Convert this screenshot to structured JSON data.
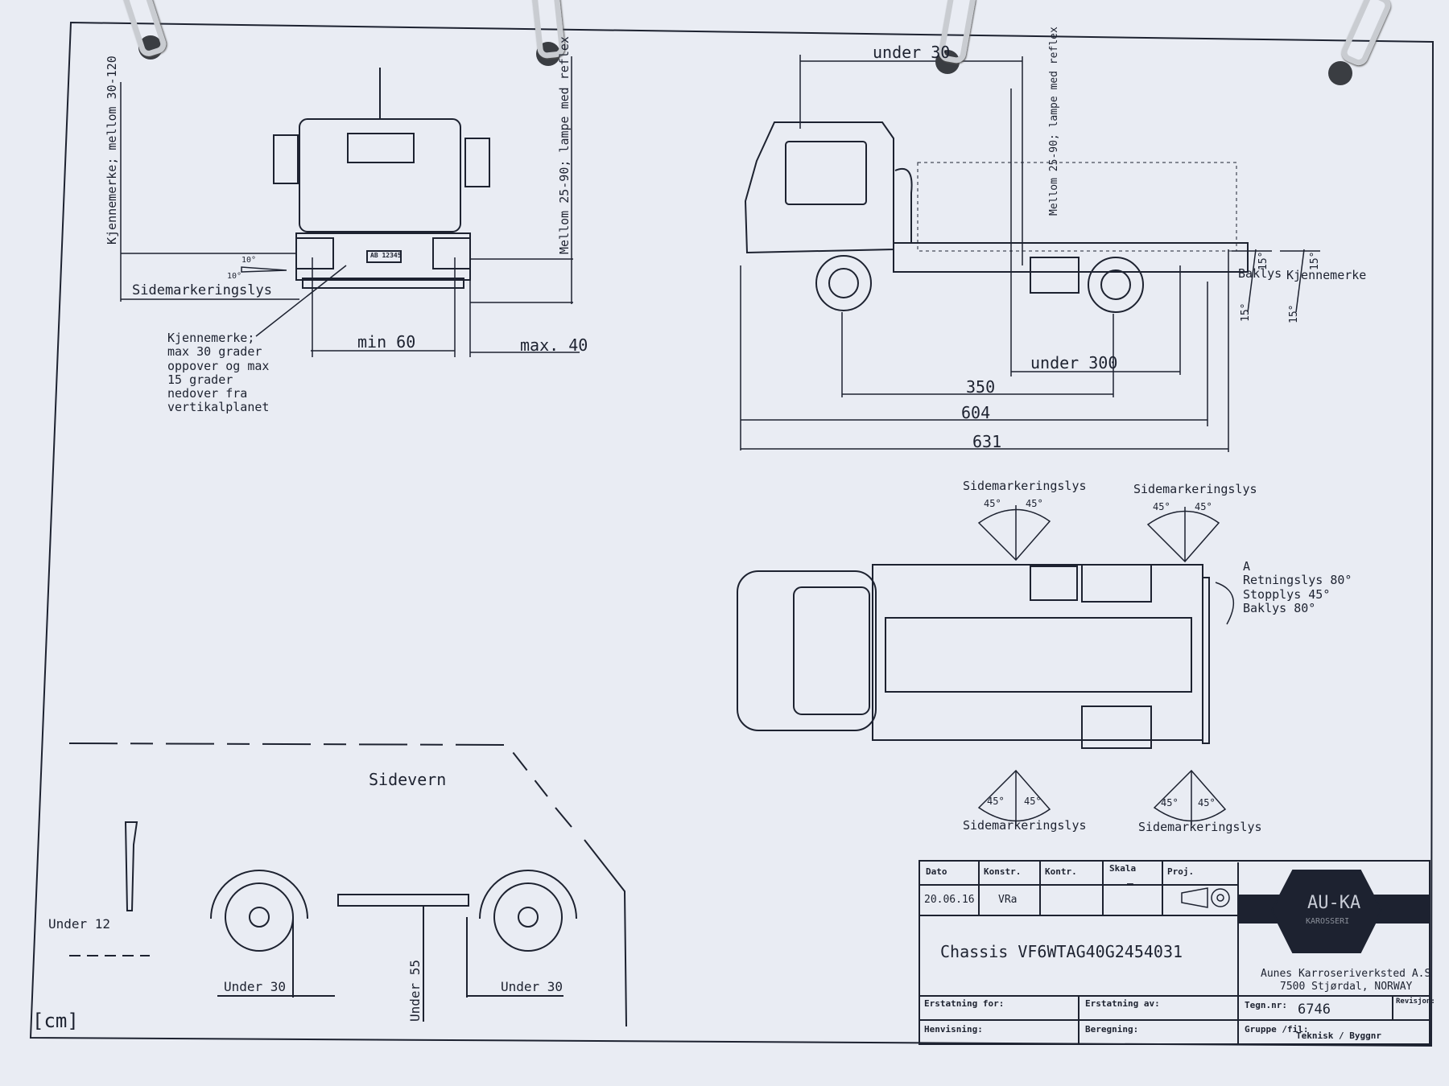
{
  "front_view": {
    "kjennemerke_height": "Kjennemerke; mellom 30-120",
    "lamp_height": "Mellom 25-90; lampe med reflex",
    "sidemarkering_label": "Sidemarkeringslys",
    "angle_up": "10°",
    "angle_down": "10°",
    "plate_text": "AB 12345",
    "kjennemerke_note": [
      "Kjennemerke;",
      "max 30 grader",
      "oppover og max",
      "15 grader",
      "nedover fra",
      "vertikalplanet"
    ],
    "dim_min": "min 60",
    "dim_max": "max. 40"
  },
  "side_view": {
    "dim_top": "under 30",
    "lamp_height": "Mellom 25-90; lampe med reflex",
    "dim_under_300": "under 300",
    "dim_350": "350",
    "dim_604": "604",
    "dim_631": "631",
    "baklys_label": "Baklys",
    "kjennemerke_label": "Kjennemerke",
    "angle_15": "15°"
  },
  "top_view": {
    "sidemarkering_label": "Sidemarkeringslys",
    "angle_45": "45°",
    "rear_lights": [
      "A",
      "Retningslys 80°",
      "Stopplys 45°",
      "Baklys 80°"
    ]
  },
  "sidevern": {
    "title": "Sidevern",
    "dim_under_12": "Under 12",
    "dim_under_30_front": "Under 30",
    "dim_under_55": "Under 55",
    "dim_under_30_rear": "Under 30"
  },
  "unit_label": "[cm]",
  "title_block": {
    "dato_label": "Dato",
    "dato_value": "20.06.16",
    "konstr_label": "Konstr.",
    "konstr_value": "VRa",
    "kontr_label": "Kontr.",
    "skala_label": "Skala",
    "skala_value": "—",
    "proj_label": "Proj.",
    "chassis": "Chassis  VF6WTAG40G2454031",
    "logo_text": "AU-KA",
    "logo_sub": "KAROSSERI",
    "company_name": "Aunes Karroseriverksted A.S",
    "company_address": "7500 Stjørdal, NORWAY",
    "erstatning_for": "Erstatning for:",
    "erstatning_av": "Erstatning av:",
    "tegn_label": "Tegn.nr:",
    "tegn_value": "6746",
    "revisjon_label": "Revisjon:",
    "henvisning_label": "Henvisning:",
    "beregning_label": "Beregning:",
    "gruppe_label": "Gruppe /fil:",
    "gruppe_value": "Teknisk / Byggnr"
  },
  "colors": {
    "paper": "#e9ecf3",
    "ink": "#1d2230",
    "binder": "#c9ccd1"
  }
}
